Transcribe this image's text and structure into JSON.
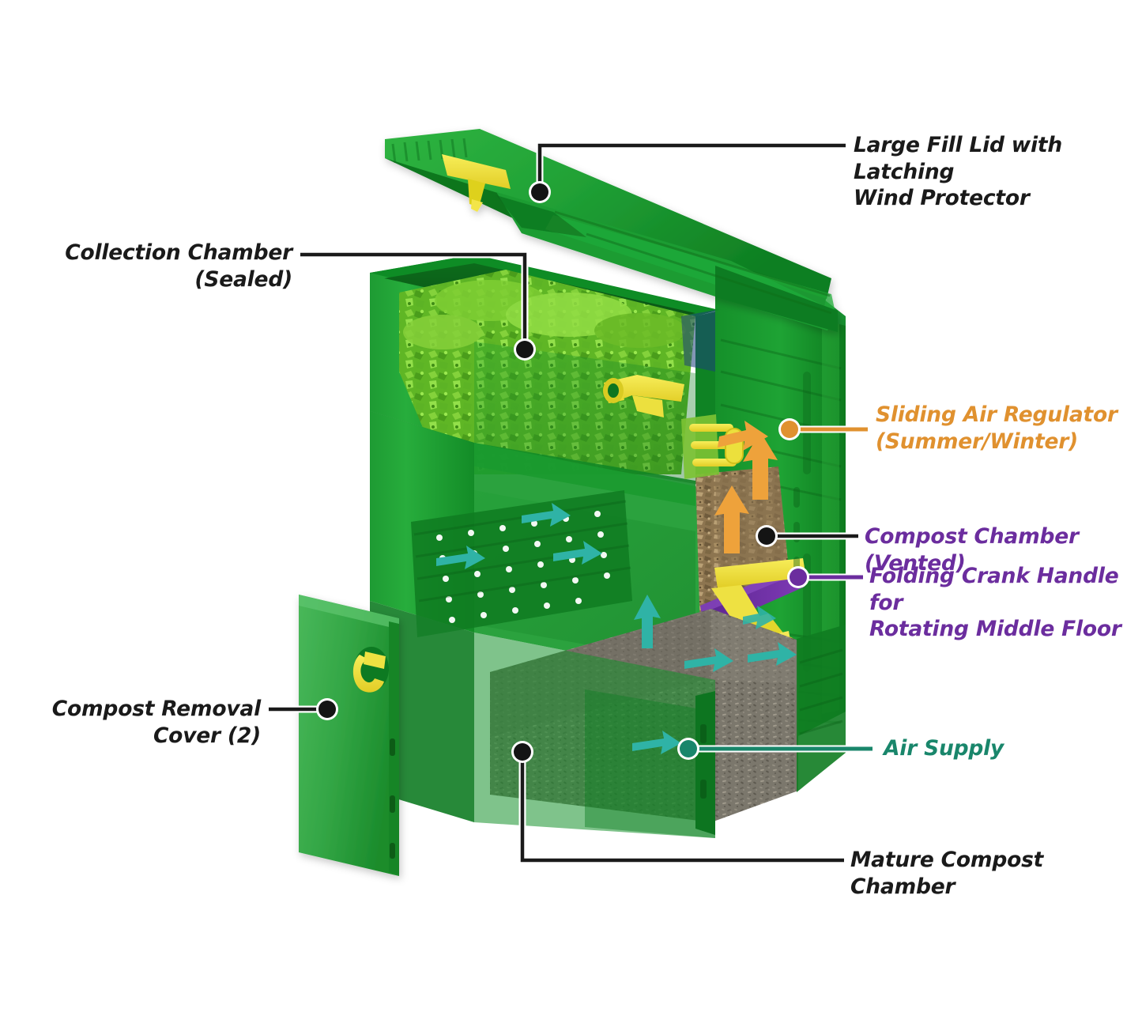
{
  "diagram": {
    "title": "Composter cutaway with callout labels",
    "background": "#ffffff",
    "product": "three-chamber rotating composter bin"
  },
  "palette": {
    "black": "#1a1a1a",
    "orange": "#e0912f",
    "purple": "#6b2d9e",
    "teal": "#19866b",
    "cyan_arrow": "#2fb3a6",
    "green_light": "#3cb54a",
    "green_mid": "#1f9e32",
    "green_dark": "#0f7a22",
    "green_deep": "#0a5c19",
    "yellow": "#f2e13c",
    "scrap_green": "#6fc22c",
    "compost_brown": "#9a8058",
    "mature_compost": "#77736a"
  },
  "callouts": [
    {
      "id": "large-fill-lid",
      "text": "Large Fill Lid with Latching\nWind Protector",
      "color": "#1a1a1a",
      "marker": "dot-filled-black",
      "align": "left"
    },
    {
      "id": "collection-chamber",
      "text": "Collection Chamber  (Sealed)",
      "color": "#1a1a1a",
      "marker": "dot-filled-black",
      "align": "right"
    },
    {
      "id": "sliding-air-regulator",
      "text": "Sliding Air Regulator\n(Summer/Winter)",
      "color": "#e0912f",
      "marker": "dot-filled-orange",
      "align": "left"
    },
    {
      "id": "compost-chamber",
      "text": "Compost Chamber  (Vented)",
      "color": "#6b2d9e",
      "marker": "dot-filled-black",
      "align": "left"
    },
    {
      "id": "folding-crank-handle",
      "text": "Folding Crank Handle for\nRotating Middle Floor",
      "color": "#6b2d9e",
      "marker": "dot-filled-purple",
      "align": "left"
    },
    {
      "id": "air-supply",
      "text": "Air Supply",
      "color": "#19866b",
      "marker": "dot-filled-teal",
      "align": "left"
    },
    {
      "id": "compost-removal-cover",
      "text": "Compost Removal Cover  (2)",
      "color": "#1a1a1a",
      "marker": "dot-filled-black",
      "align": "right"
    },
    {
      "id": "mature-compost-chamber",
      "text": "Mature Compost Chamber",
      "color": "#1a1a1a",
      "marker": "dot-filled-black",
      "align": "left"
    }
  ]
}
